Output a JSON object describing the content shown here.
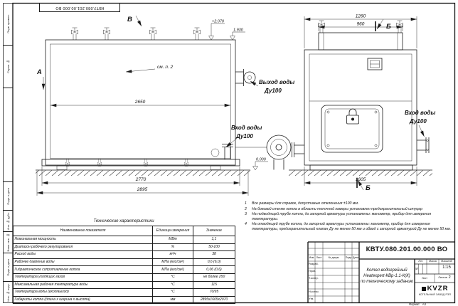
{
  "page": {
    "top_stamp": "КВТУ.080.201.00.000 ВО",
    "format_label": "Формат",
    "format_value": "А3",
    "margin_labels": [
      "Перв. примен.",
      "Справ. №",
      "Подп. и дата",
      "Инв. № дубл.",
      "Взам. инв. №",
      "Подп. и дата",
      "Инв. № подл."
    ]
  },
  "drawing": {
    "markers": {
      "view_a": "А",
      "view_b": "В",
      "section_b": "Б"
    },
    "elevations": {
      "top": "+2.070",
      "step": "1.930",
      "zero": "0.000"
    },
    "labels": {
      "see_note": "см. п. 2",
      "water_outlet_line1": "Выход воды",
      "water_outlet_line2": "Ду100",
      "water_inlet_left_line1": "Вход воды",
      "water_inlet_left_line2": "Ду100",
      "water_inlet_right_line1": "Вход воды",
      "water_inlet_right_line2": "Ду100"
    },
    "dimensions": {
      "side_inner": "2650",
      "side_mid": "2770",
      "side_outer": "2895",
      "front_top": "1260",
      "front_collar": "960",
      "front_bottom": "1605"
    }
  },
  "notes": {
    "items": [
      {
        "num": "1",
        "text": "Все размеры для справок, допустимые отклонения ±100 мм."
      },
      {
        "num": "2",
        "text": "На боковой стенке котла в области топочной камеры установлен предохранительный штуцер"
      },
      {
        "num": "3",
        "text": "На подводящей трубе котла, до запорной арматуры установлены: манометр, прибор для измерения температуры."
      },
      {
        "num": "4",
        "text": "На отводящей трубе котла, до запорной арматуры установлены: манометр, прибор для измерения температуры, предохранительный клапан Ду не менее 50 мм и обвод с запорной арматурой Ду не менее 50 мм."
      }
    ]
  },
  "spec_table": {
    "title": "Технические характеристики",
    "headers": [
      "Наименование показателя",
      "Единица измерения",
      "Значение"
    ],
    "rows": [
      [
        "Номинальная мощность",
        "МВт",
        "1,1"
      ],
      [
        "Диапазон рабочего регулирования",
        "%",
        "50-100"
      ],
      [
        "Расход воды",
        "м³/ч",
        "38"
      ],
      [
        "Рабочее давление воды",
        "МПа (кгс/см²)",
        "0,6 (6,0)"
      ],
      [
        "Гидравлическое сопротивление котла",
        "МПа (кгс/см²)",
        "0,06 (0,6)"
      ],
      [
        "Температура уходящих газов",
        "°С",
        "не более 250"
      ],
      [
        "Максимальная рабочая температура воды",
        "°С",
        "115"
      ],
      [
        "Температура воды (вход/выход)",
        "°С",
        "70/95"
      ],
      [
        "Габариты котла (длина х ширина х высота)",
        "мм",
        "2895х1605х2070"
      ]
    ]
  },
  "title_block": {
    "doc_number": "КВТУ.080.201.00.000 ВО",
    "name_line1": "Котел водогрейный",
    "name_line2": "Heatexpert-КВр-1.1-К(К)",
    "name_line3": "по техническому заданию",
    "col_headers": [
      "Изм",
      "Лист",
      "№ докум.",
      "Подп",
      "Дата"
    ],
    "row_labels": [
      "Разраб.",
      "Пров.",
      "Т.контр.",
      "Н.контр.",
      "Утв."
    ],
    "lit_header": "Лит.",
    "lit_value": "И",
    "mass_header": "Масса",
    "scale_header": "Масштаб",
    "scale_value": "1:15",
    "sheet_label": "Лист",
    "sheets_label": "Листов",
    "sheets_value": "2",
    "brand": "KVZR",
    "brand_sub": "КОТЕЛЬНЫЙ ЗАВОД РЭП"
  }
}
